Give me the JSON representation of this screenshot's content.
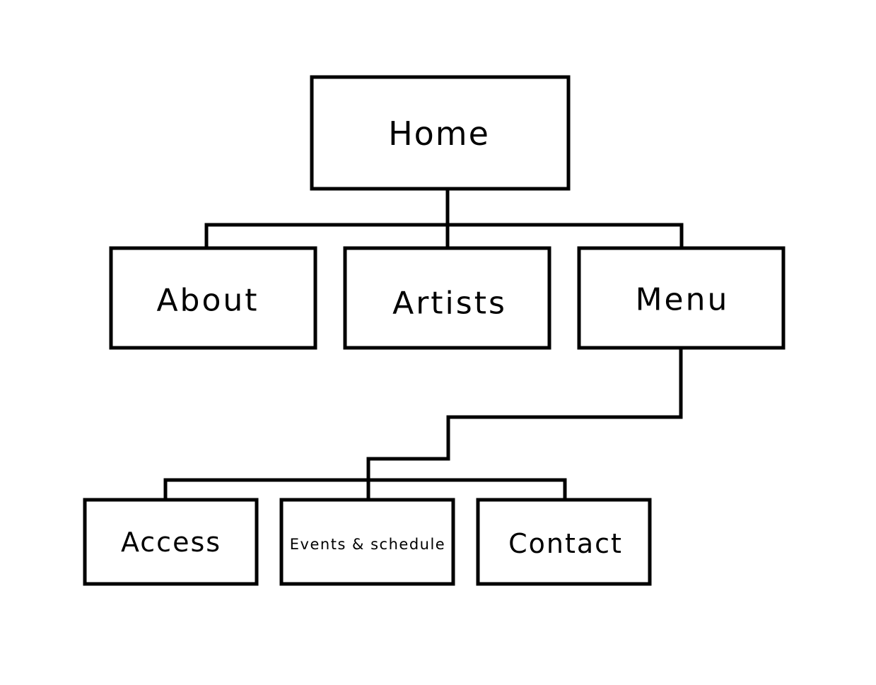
{
  "colors": {
    "stroke": "#000000",
    "background": "#ffffff",
    "text": "#000000"
  },
  "sitemap": {
    "root": {
      "label": "Home"
    },
    "level1": [
      {
        "label": "About"
      },
      {
        "label": "Artists"
      },
      {
        "label": "Menu"
      }
    ],
    "level2_parent": "Menu",
    "level2": [
      {
        "label": "Access"
      },
      {
        "label": "Events & schedule"
      },
      {
        "label": "Contact"
      }
    ]
  }
}
